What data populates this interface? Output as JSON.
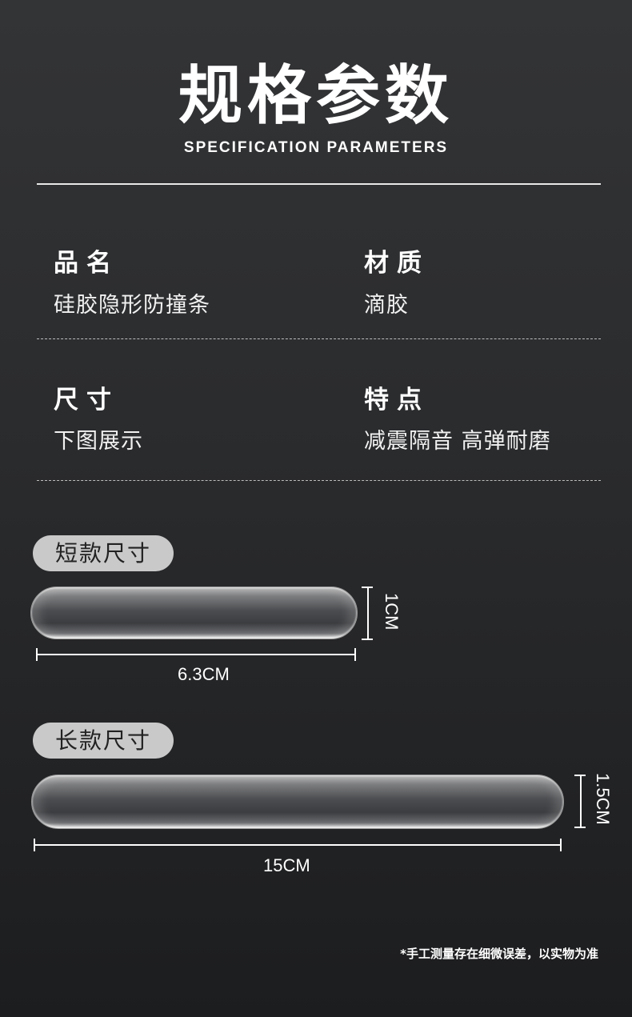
{
  "header": {
    "title_cn": "规格参数",
    "title_en": "SPECIFICATION PARAMETERS"
  },
  "specs": {
    "name_label": "品名",
    "name_value": "硅胶隐形防撞条",
    "material_label": "材质",
    "material_value": "滴胶",
    "size_label": "尺寸",
    "size_value": "下图展示",
    "feature_label": "特点",
    "feature_value": "减震隔音 高弹耐磨"
  },
  "short_model": {
    "tag": "短款尺寸",
    "width": "6.3CM",
    "height": "1CM"
  },
  "long_model": {
    "tag": "长款尺寸",
    "width": "15CM",
    "height": "1.5CM"
  },
  "footer": {
    "note": "*手工测量存在细微误差，以实物为准"
  },
  "colors": {
    "pill_bg": "#c9c9c9",
    "background": "#2a2b2d"
  }
}
